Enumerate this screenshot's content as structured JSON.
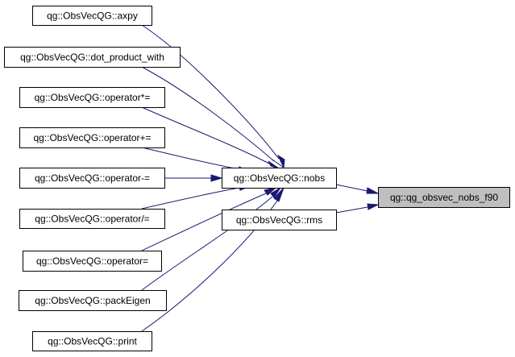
{
  "colors": {
    "edge": "#191970",
    "node_fill": "#ffffff",
    "highlight_fill": "#bfbfbf",
    "border": "#000000"
  },
  "nodes": [
    {
      "id": "axpy",
      "label": "qg::ObsVecQG::axpy",
      "highlighted": false
    },
    {
      "id": "dot_product_with",
      "label": "qg::ObsVecQG::dot_product_with",
      "highlighted": false
    },
    {
      "id": "operator_mul_eq",
      "label": "qg::ObsVecQG::operator*=",
      "highlighted": false
    },
    {
      "id": "operator_plus_eq",
      "label": "qg::ObsVecQG::operator+=",
      "highlighted": false
    },
    {
      "id": "operator_minus_eq",
      "label": "qg::ObsVecQG::operator-=",
      "highlighted": false
    },
    {
      "id": "operator_div_eq",
      "label": "qg::ObsVecQG::operator/=",
      "highlighted": false
    },
    {
      "id": "operator_eq",
      "label": "qg::ObsVecQG::operator=",
      "highlighted": false
    },
    {
      "id": "packEigen",
      "label": "qg::ObsVecQG::packEigen",
      "highlighted": false
    },
    {
      "id": "print",
      "label": "qg::ObsVecQG::print",
      "highlighted": false
    },
    {
      "id": "nobs",
      "label": "qg::ObsVecQG::nobs",
      "highlighted": false
    },
    {
      "id": "rms",
      "label": "qg::ObsVecQG::rms",
      "highlighted": false
    },
    {
      "id": "qg_obsvec_nobs_f90",
      "label": "qg::qg_obsvec_nobs_f90",
      "highlighted": true
    }
  ],
  "edges": [
    {
      "from": "axpy",
      "to": "nobs"
    },
    {
      "from": "dot_product_with",
      "to": "nobs"
    },
    {
      "from": "operator_mul_eq",
      "to": "nobs"
    },
    {
      "from": "operator_plus_eq",
      "to": "nobs"
    },
    {
      "from": "operator_minus_eq",
      "to": "nobs"
    },
    {
      "from": "operator_div_eq",
      "to": "nobs"
    },
    {
      "from": "operator_eq",
      "to": "nobs"
    },
    {
      "from": "packEigen",
      "to": "nobs"
    },
    {
      "from": "print",
      "to": "nobs"
    },
    {
      "from": "nobs",
      "to": "qg_obsvec_nobs_f90"
    },
    {
      "from": "rms",
      "to": "qg_obsvec_nobs_f90"
    }
  ]
}
